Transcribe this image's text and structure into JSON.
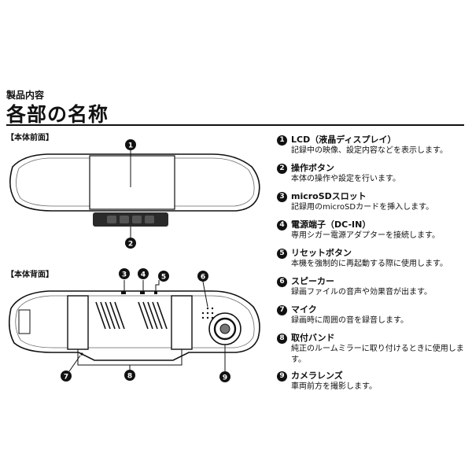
{
  "header": {
    "subtitle": "製品内容",
    "title": "各部の名称"
  },
  "front": {
    "label": "【本体前面】",
    "callouts": [
      "1",
      "2"
    ]
  },
  "back": {
    "label": "【本体背面】",
    "callouts": [
      "3",
      "4",
      "5",
      "6",
      "7",
      "8",
      "9"
    ]
  },
  "parts": [
    {
      "num": "1",
      "title": "LCD（液晶ディスプレイ）",
      "desc": "記録中の映像、設定内容などを表示します。"
    },
    {
      "num": "2",
      "title": "操作ボタン",
      "desc": "本体の操作や設定を行います。"
    },
    {
      "num": "3",
      "title": "microSDスロット",
      "desc": "記録用のmicroSDカードを挿入します。"
    },
    {
      "num": "4",
      "title": "電源端子（DC-IN）",
      "desc": "専用シガー電源アダプターを接続します。"
    },
    {
      "num": "5",
      "title": "リセットボタン",
      "desc": "本機を強制的に再起動する際に使用します。"
    },
    {
      "num": "6",
      "title": "スピーカー",
      "desc": "録画ファイルの音声や効果音が出ます。"
    },
    {
      "num": "7",
      "title": "マイク",
      "desc": "録画時に周囲の音を録音します。"
    },
    {
      "num": "8",
      "title": "取付バンド",
      "desc": "純正のルームミラーに取り付けるときに使用します。"
    },
    {
      "num": "9",
      "title": "カメラレンズ",
      "desc": "車両前方を撮影します。"
    }
  ]
}
